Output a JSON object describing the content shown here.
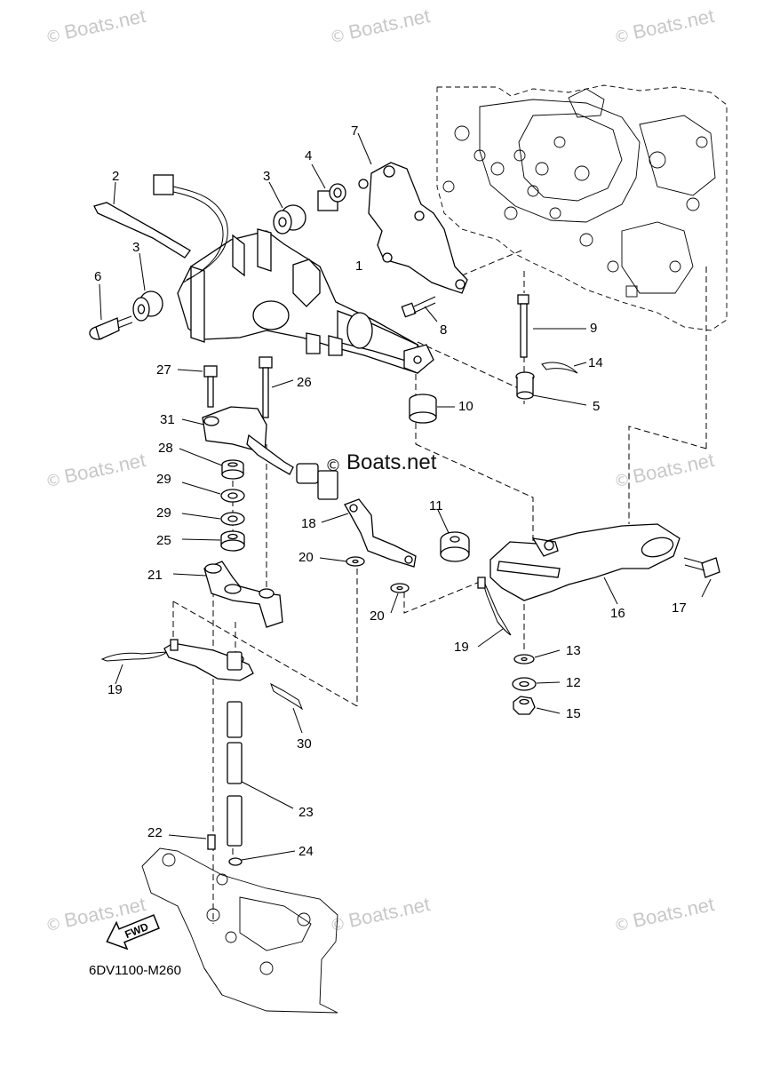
{
  "watermarks": {
    "text": "Boats.net",
    "copyright": "©",
    "center_text": "Boats.net"
  },
  "diagram_code": "6DV1100-M260",
  "fwd_label": "FWD",
  "callouts": [
    {
      "id": "1",
      "text": "1"
    },
    {
      "id": "2",
      "text": "2"
    },
    {
      "id": "3a",
      "text": "3"
    },
    {
      "id": "3b",
      "text": "3"
    },
    {
      "id": "4",
      "text": "4"
    },
    {
      "id": "5",
      "text": "5"
    },
    {
      "id": "6",
      "text": "6"
    },
    {
      "id": "7",
      "text": "7"
    },
    {
      "id": "8",
      "text": "8"
    },
    {
      "id": "9",
      "text": "9"
    },
    {
      "id": "10",
      "text": "10"
    },
    {
      "id": "11",
      "text": "11"
    },
    {
      "id": "12",
      "text": "12"
    },
    {
      "id": "13",
      "text": "13"
    },
    {
      "id": "14",
      "text": "14"
    },
    {
      "id": "15",
      "text": "15"
    },
    {
      "id": "16",
      "text": "16"
    },
    {
      "id": "17",
      "text": "17"
    },
    {
      "id": "18",
      "text": "18"
    },
    {
      "id": "19a",
      "text": "19"
    },
    {
      "id": "19b",
      "text": "19"
    },
    {
      "id": "20a",
      "text": "20"
    },
    {
      "id": "20b",
      "text": "20"
    },
    {
      "id": "21",
      "text": "21"
    },
    {
      "id": "22",
      "text": "22"
    },
    {
      "id": "23",
      "text": "23"
    },
    {
      "id": "24",
      "text": "24"
    },
    {
      "id": "25",
      "text": "25"
    },
    {
      "id": "26",
      "text": "26"
    },
    {
      "id": "27",
      "text": "27"
    },
    {
      "id": "28",
      "text": "28"
    },
    {
      "id": "29a",
      "text": "29"
    },
    {
      "id": "29b",
      "text": "29"
    },
    {
      "id": "30",
      "text": "30"
    },
    {
      "id": "31",
      "text": "31"
    }
  ]
}
